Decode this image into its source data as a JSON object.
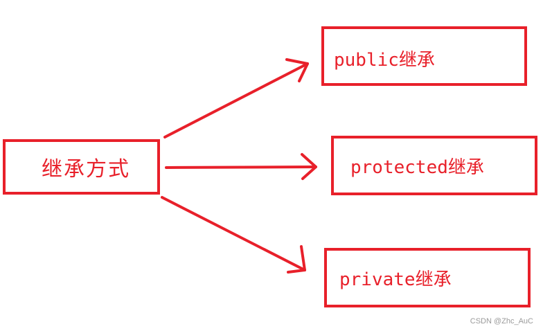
{
  "diagram": {
    "source_label": "继承方式",
    "targets": [
      {
        "label": "public继承"
      },
      {
        "label": "protected继承"
      },
      {
        "label": "private继承"
      }
    ],
    "stroke_color": "#e8202a"
  },
  "watermark": "CSDN @Zhc_AuC"
}
